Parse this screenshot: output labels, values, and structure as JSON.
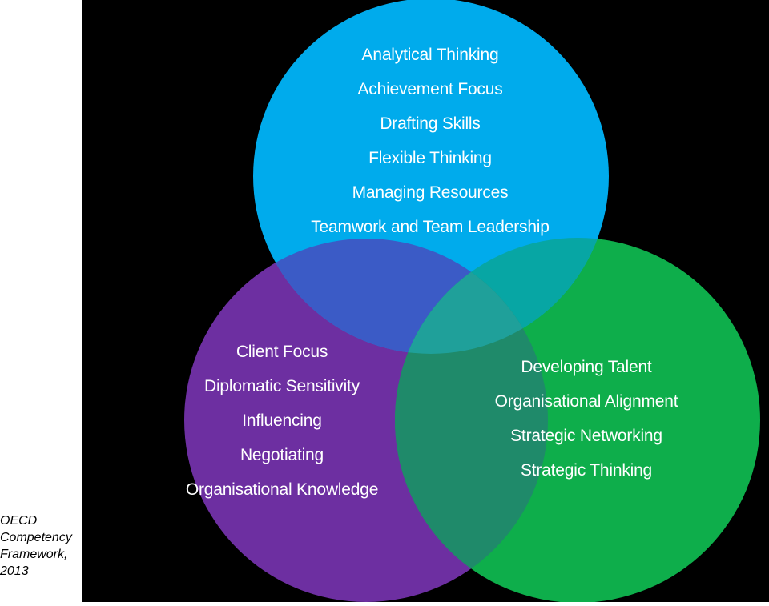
{
  "diagram": {
    "circles": [
      {
        "id": "top",
        "color": "#00ABEC",
        "items": [
          "Analytical Thinking",
          "Achievement Focus",
          "Drafting Skills",
          "Flexible Thinking",
          "Managing Resources",
          "Teamwork and Team Leadership"
        ]
      },
      {
        "id": "left",
        "color": "#6D2FA1",
        "items": [
          "Client Focus",
          "Diplomatic Sensitivity",
          "Influencing",
          "Negotiating",
          "Organisational Knowledge"
        ]
      },
      {
        "id": "right",
        "color": "#0EAE4B",
        "items": [
          "Developing Talent",
          "Organisational Alignment",
          "Strategic Networking",
          "Strategic Thinking"
        ]
      }
    ],
    "overlap_colors": {
      "top_left": "#3B5BC6",
      "top_right": "#07A6A4",
      "left_right": "#1F8A6A",
      "center": "#1FA09A"
    },
    "background": "#000000"
  },
  "caption": {
    "lines": [
      "OECD",
      "Competency",
      "Framework,",
      " 2013"
    ]
  }
}
